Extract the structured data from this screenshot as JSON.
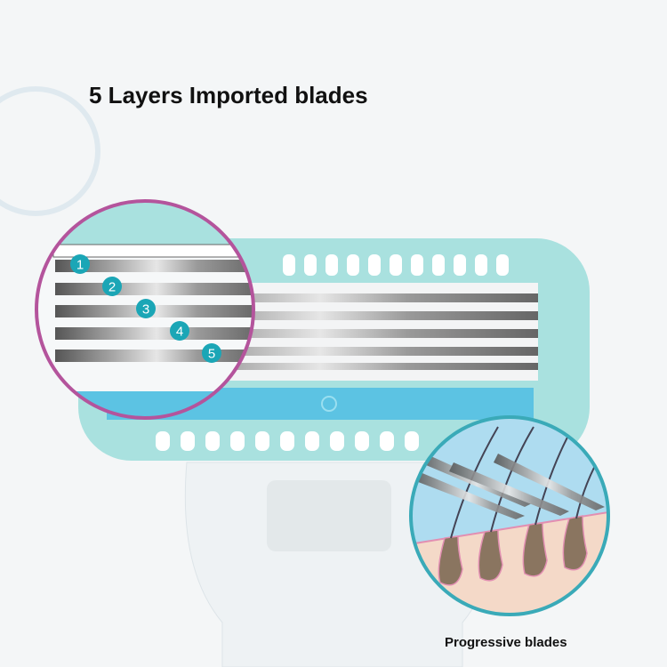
{
  "title": "5 Layers Imported blades",
  "caption": "Progressive blades",
  "blade_numbers": [
    "1",
    "2",
    "3",
    "4",
    "5"
  ],
  "colors": {
    "accent_teal": "#1ba6b6",
    "razor_body": "#a9e1df",
    "magnifier_left": "#b4549c",
    "magnifier_right": "#3aaab8",
    "lubricating_strip": "#5cc3e3"
  }
}
